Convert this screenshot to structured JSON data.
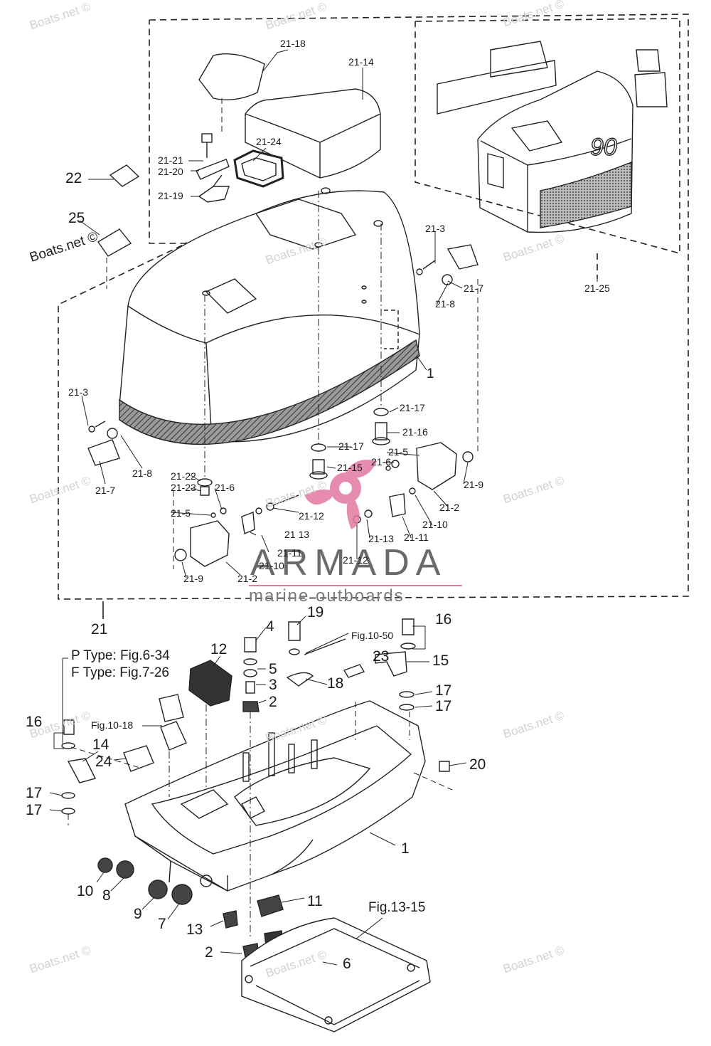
{
  "watermark": {
    "text": "Boats.net ©",
    "dark_text": "Boats.net ©"
  },
  "brand": {
    "name": "ARMADA",
    "tagline": "marine outboards",
    "color_pink": "#e27aa2",
    "color_grey": "#6a6a6a"
  },
  "upper_cowl": {
    "group_label": "21",
    "callouts": {
      "c21_18": "21-18",
      "c21_14": "21-14",
      "c21_21": "21-21",
      "c21_20": "21-20",
      "c21_24": "21-24",
      "c21_19": "21-19",
      "c22": "22",
      "c25": "25",
      "c21_3a": "21-3",
      "c21_7a": "21-7",
      "c21_8a": "21-8",
      "c1a": "1",
      "c21_3b": "21-3",
      "c21_8b": "21-8",
      "c21_7b": "21-7",
      "c21_17a": "21-17",
      "c21_16": "21-16",
      "c21_17b": "21-17",
      "c21_15": "21-15",
      "c21_5a": "21-5",
      "c21_6a": "21-6",
      "c21_9a": "21-9",
      "c21_22": "21-22",
      "c21_23": "21-23",
      "c21_6b": "21-6",
      "c21_12a": "21-12",
      "c21_2a": "21-2",
      "c21_5b": "21-5",
      "c21_13a": "21 13",
      "c21_10a": "21-10",
      "c21_11a": "21-11",
      "c21_13b": "21-13",
      "c21_11b": "21-11",
      "c21_12b": "21-12",
      "c21_10b": "21-10",
      "c21_9b": "21-9",
      "c21_2b": "21-2"
    }
  },
  "decal_inset": {
    "callout": "21-25",
    "model_number": "90"
  },
  "lower_cowl": {
    "notes": {
      "p_type": "P Type: Fig.6-34",
      "f_type": "F Type: Fig.7-26",
      "fig10_50": "Fig.10-50",
      "fig10_18": "Fig.10-18",
      "fig13_15": "Fig.13-15"
    },
    "callouts": {
      "c4": "4",
      "c19": "19",
      "c12": "12",
      "c5": "5",
      "c3": "3",
      "c2a": "2",
      "c18": "18",
      "c23": "23",
      "c15": "15",
      "c16a": "16",
      "c17a": "17",
      "c17b": "17",
      "c16b": "16",
      "c14": "14",
      "c24": "24",
      "c17c": "17",
      "c17d": "17",
      "c20": "20",
      "c1b": "1",
      "c10": "10",
      "c8": "8",
      "c9": "9",
      "c7": "7",
      "c11": "11",
      "c13": "13",
      "c2b": "2",
      "c6": "6"
    }
  }
}
